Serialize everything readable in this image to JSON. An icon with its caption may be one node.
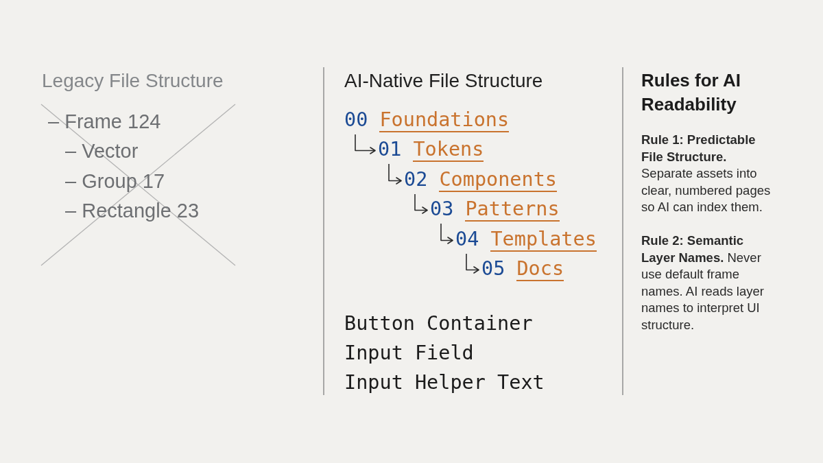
{
  "diagram": {
    "nodes": [
      {
        "text": [
          "00",
          "Foundations"
        ]
      },
      {
        "text": [
          "01",
          "Tokens"
        ]
      },
      {
        "text": [
          "02",
          "Components"
        ]
      },
      {
        "text": [
          "03",
          "Patterns"
        ]
      },
      {
        "text": [
          "04",
          "Templates"
        ]
      },
      {
        "text": [
          "05",
          "Docs"
        ]
      }
    ],
    "edges": [
      {
        "from": 0,
        "to": 1,
        "arrow": "to"
      },
      {
        "from": 1,
        "to": 2,
        "arrow": "to"
      },
      {
        "from": 2,
        "to": 3,
        "arrow": "to"
      },
      {
        "from": 3,
        "to": 4,
        "arrow": "to"
      },
      {
        "from": 4,
        "to": 5,
        "arrow": "to"
      }
    ],
    "labels": [
      "Legacy File Structure",
      "– Frame 124",
      "– Vector",
      "– Group 17",
      "– Rectangle 23",
      "AI-Native File Structure",
      "Button Container",
      "Input Field",
      "Input Helper Text",
      "Rules for AI Readability",
      "**Rule 1: Predictable File Structure.** Separate assets into clear, numbered pages so AI can index them.",
      "**Rule 2: Semantic Layer Names.** Never use default frame names. AI reads layer names to interpret UI structure."
    ]
  }
}
